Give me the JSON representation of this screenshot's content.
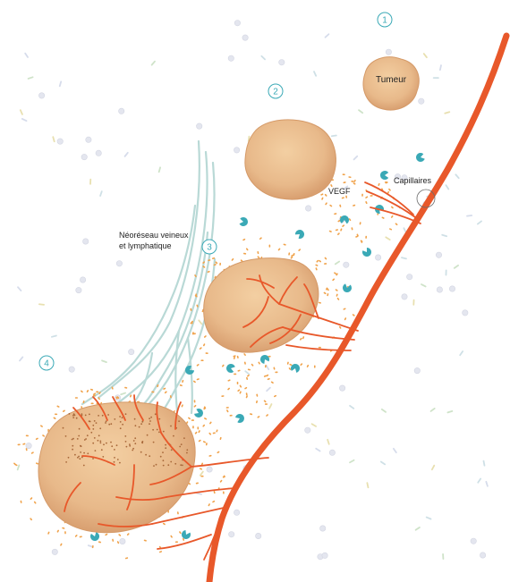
{
  "labels": {
    "tumeur": "Tumeur",
    "vegf": "VEGF",
    "capillaires": "Capillaires",
    "neoreseau": "Néoréseau veineux et lymphatique"
  },
  "steps": [
    "1",
    "2",
    "3",
    "4"
  ],
  "colors": {
    "vessel": "#e8582a",
    "tumor": "#e8b98a",
    "tumor_edge": "#d59a68",
    "lymph": "#b9d9d6",
    "receptor": "#3aa9b6",
    "vegf_dot": "#f0a24a",
    "step_circle": "#3aa9b6"
  }
}
